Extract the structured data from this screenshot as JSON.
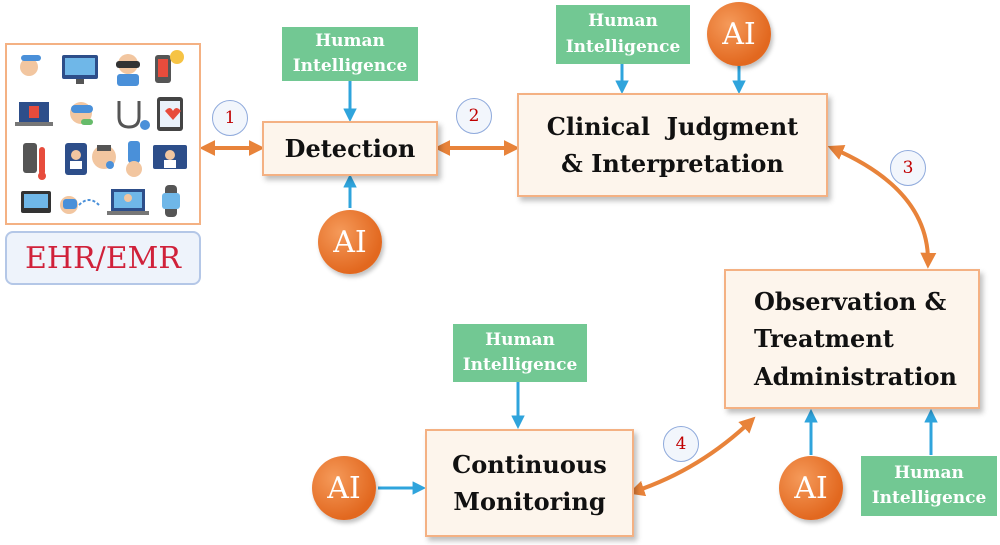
{
  "ehr_label": "EHR/EMR",
  "human_intelligence": [
    "Human",
    "Intelligence"
  ],
  "ai_label": "AI",
  "nodes": {
    "detection": "Detection",
    "clinical": [
      "Clinical  Judgment",
      "& Interpretation"
    ],
    "observation": [
      "Observation &",
      "Treatment",
      "Administration"
    ],
    "monitoring": [
      "Continuous",
      "Monitoring"
    ]
  },
  "steps": [
    "1",
    "2",
    "3",
    "4"
  ],
  "colors": {
    "box_fill": "#fdf5ec",
    "box_border": "#f4b183",
    "human_intelligence": "#72c893",
    "ai": "#e2681f",
    "orange_arrow": "#e8833a",
    "blue_arrow": "#2fa4dc",
    "ehr_text": "#d0213a"
  },
  "icons": [
    "hand-sensor-icon",
    "monitor-icon",
    "vr-headset-icon",
    "phone-alert-icon",
    "laptop-medical-icon",
    "pill-hand-icon",
    "stethoscope-icon",
    "tablet-heart-icon",
    "thermometer-phone-icon",
    "phone-doctor-icon",
    "head-chip-icon",
    "touch-hand-icon",
    "doctor-monitor-icon",
    "smartwatch-icon",
    "device-network-icon",
    "laptop-doctor-icon",
    "wrist-band-icon"
  ]
}
